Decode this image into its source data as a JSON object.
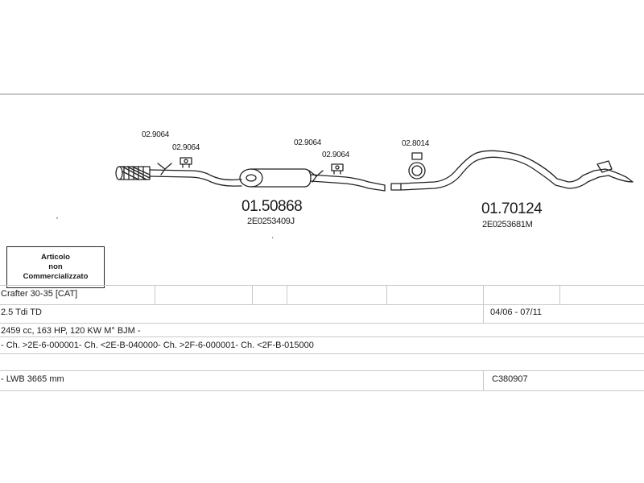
{
  "diagram": {
    "note_box": {
      "line1": "Articolo",
      "line2": "non",
      "line3": "Commercializzato"
    },
    "parts": [
      {
        "code": "02.9064"
      },
      {
        "code": "02.9064"
      },
      {
        "code": "02.9064"
      },
      {
        "code": "02.9064"
      },
      {
        "code": "02.8014"
      }
    ],
    "assemblies": [
      {
        "code": "01.50868",
        "ref": "2E0253409J"
      },
      {
        "code": "01.70124",
        "ref": "2E0253681M"
      }
    ]
  },
  "table": {
    "model": "Crafter 30-35  [CAT]",
    "engine": "2.5 Tdi TD",
    "period": "04/06 - 07/11",
    "specs": "2459 cc, 163 HP, 120 KW M° BJM -",
    "chassis": "- Ch. >2E-6-000001- Ch. <2E-B-040000- Ch. >2F-6-000001- Ch. <2F-B-015000",
    "wheelbase": "- LWB 3665 mm",
    "catalog_code": "C380907"
  }
}
